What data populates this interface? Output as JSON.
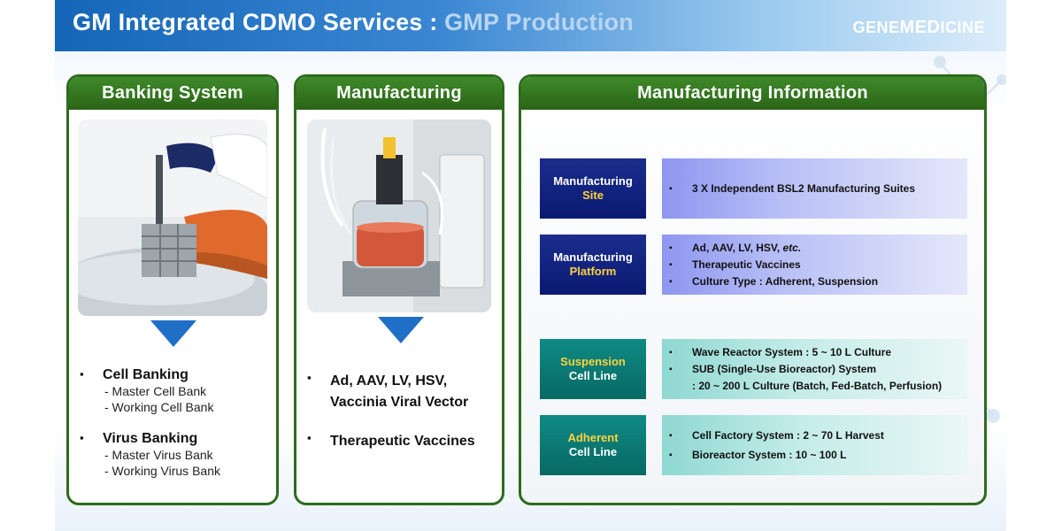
{
  "header": {
    "title_main": "GM Integrated CDMO Services : ",
    "title_sub": "GMP Production",
    "logo_part1": "GENE",
    "logo_part2": "MED",
    "logo_part3": "ICINE"
  },
  "banking": {
    "title": "Banking System",
    "bullet": "▪",
    "groups": [
      {
        "label": "Cell Banking",
        "items": [
          "- Master Cell Bank",
          "- Working Cell Bank"
        ]
      },
      {
        "label": "Virus Banking",
        "items": [
          "- Master Virus Bank",
          "- Working Virus Bank"
        ]
      }
    ]
  },
  "manufacturing": {
    "title": "Manufacturing",
    "bullet": "▪",
    "items": [
      "Ad, AAV, LV, HSV, Vaccinia Viral Vector",
      "Therapeutic Vaccines"
    ]
  },
  "info": {
    "title": "Manufacturing Information",
    "bullet": "▪",
    "rows": [
      {
        "label_line1": "Manufacturing",
        "label_line2": "Site",
        "items": [
          "3 X Independent BSL2 Manufacturing Suites"
        ]
      },
      {
        "label_line1": "Manufacturing",
        "label_line2": "Platform",
        "items": [
          "Ad, AAV, LV, HSV, ",
          "Therapeutic Vaccines",
          "Culture Type : Adherent, Suspension"
        ],
        "item1_italic": "etc."
      },
      {
        "label_line1": "Suspension",
        "label_line2": "Cell Line",
        "items": [
          "Wave Reactor System : 5 ~ 10 L Culture",
          "SUB (Single-Use Bioreactor) System"
        ],
        "continuation": ": 20 ~ 200 L Culture (Batch, Fed-Batch, Perfusion)"
      },
      {
        "label_line1": "Adherent",
        "label_line2": "Cell Line",
        "items": [
          "Cell Factory System : 2 ~ 70 L Harvest",
          "Bioreactor System : 10 ~ 100 L"
        ]
      }
    ]
  },
  "colors": {
    "header_blue": "#1566b8",
    "panel_green": "#2e6b1e",
    "arrow_blue": "#1f6fc7",
    "label_navy": "#0a1a73",
    "label_teal": "#086964",
    "highlight_yellow": "#ffd23c"
  }
}
